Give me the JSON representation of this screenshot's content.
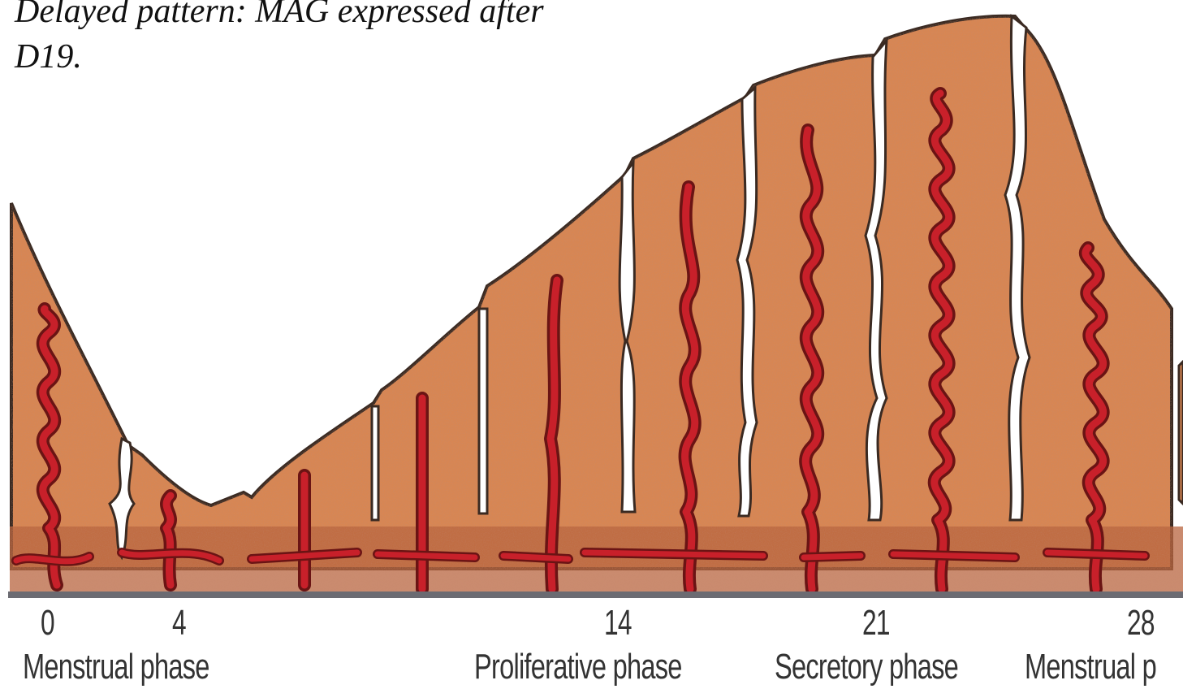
{
  "caption": {
    "line1": "Delayed pattern: MAG expressed after",
    "line2": "D19."
  },
  "colors": {
    "endometrium": "#d88652",
    "endometrium_dark": "#c06a3a",
    "basal_layer": "#b8643f",
    "vessel": "#c8202a",
    "vessel_outline": "#6a1414",
    "baseline": "#6b6b72",
    "text": "#333333"
  },
  "day_ticks": [
    "0",
    "4",
    "14",
    "21",
    "28"
  ],
  "phases": [
    "Menstrual phase",
    "Proliferative phase",
    "Secretory phase",
    "Menstrual p"
  ]
}
